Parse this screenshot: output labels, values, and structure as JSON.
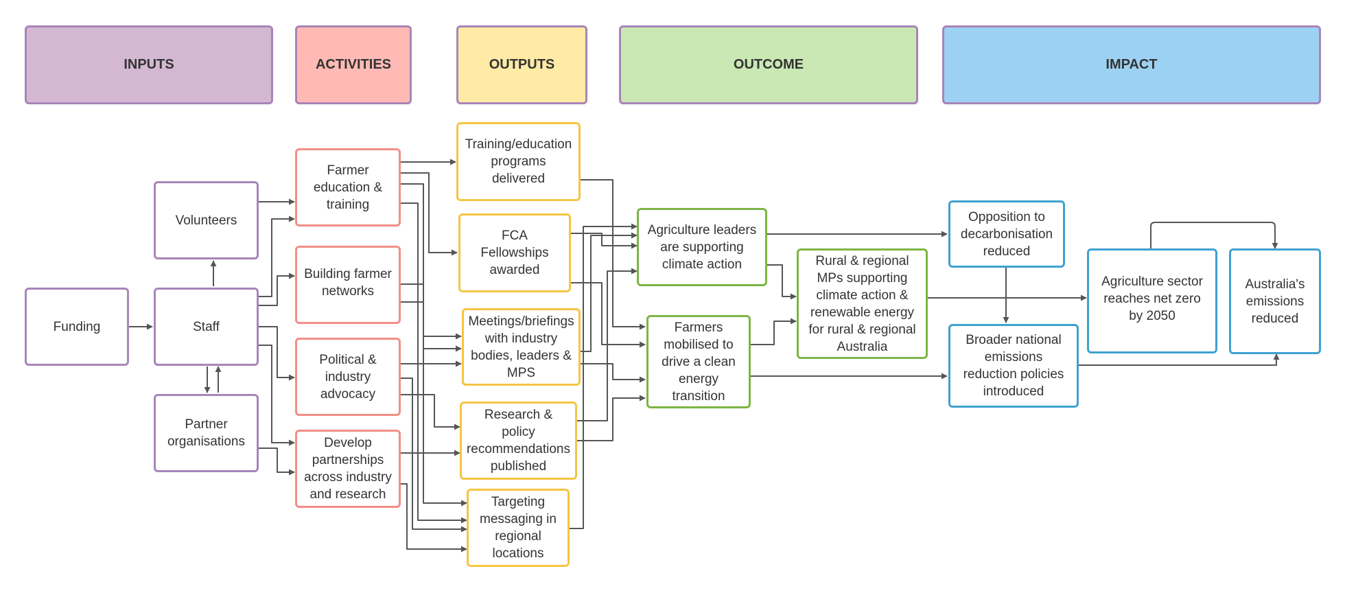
{
  "colors": {
    "inputs": "#a884b8",
    "activities": "#f28e86",
    "outputs": "#f5c542",
    "outcome": "#7db545",
    "impact": "#3ea1d0",
    "connector": "#555555"
  },
  "headers": {
    "inputs": {
      "label": "INPUTS",
      "fill": "#d4b8d2"
    },
    "activities": {
      "label": "ACTIVITIES",
      "fill": "#ffbab5"
    },
    "outputs": {
      "label": "OUTPUTS",
      "fill": "#ffeaa6"
    },
    "outcome": {
      "label": "OUTCOME",
      "fill": "#c9e8b3"
    },
    "impact": {
      "label": "IMPACT",
      "fill": "#9dd1f3"
    }
  },
  "inputs": {
    "funding": "Funding",
    "staff": "Staff",
    "volunteers": "Volunteers",
    "partners": "Partner\norganisations"
  },
  "activities": {
    "farmer_education": "Farmer\neducation &\ntraining",
    "farmer_networks": "Building farmer\nnetworks",
    "advocacy": "Political &\nindustry\nadvocacy",
    "partnerships": "Develop\npartnerships\nacross industry\nand research"
  },
  "outputs": {
    "training": "Training/education\nprograms\ndelivered",
    "fellowships": "FCA\nFellowships\nawarded",
    "meetings": "Meetings/briefings\nwith industry\nbodies, leaders &\nMPS",
    "research": "Research &\npolicy\nrecommendations\npublished",
    "messaging": "Targeting\nmessaging in\nregional\nlocations"
  },
  "outcome": {
    "ag_leaders": "Agriculture leaders\nare supporting\nclimate action",
    "farmers_mobilised": "Farmers\nmobilised to\ndrive a clean\nenergy\ntransition",
    "mps": "Rural & regional\nMPs supporting\nclimate action &\nrenewable energy\nfor rural & regional\nAustralia"
  },
  "impact": {
    "opposition": "Opposition to\ndecarbonisation\nreduced",
    "broader_policies": "Broader national\nemissions\nreduction policies\nintroduced",
    "net_zero": "Agriculture sector\nreaches net zero\nby 2050",
    "emissions": "Australia's\nemissions\nreduced"
  }
}
